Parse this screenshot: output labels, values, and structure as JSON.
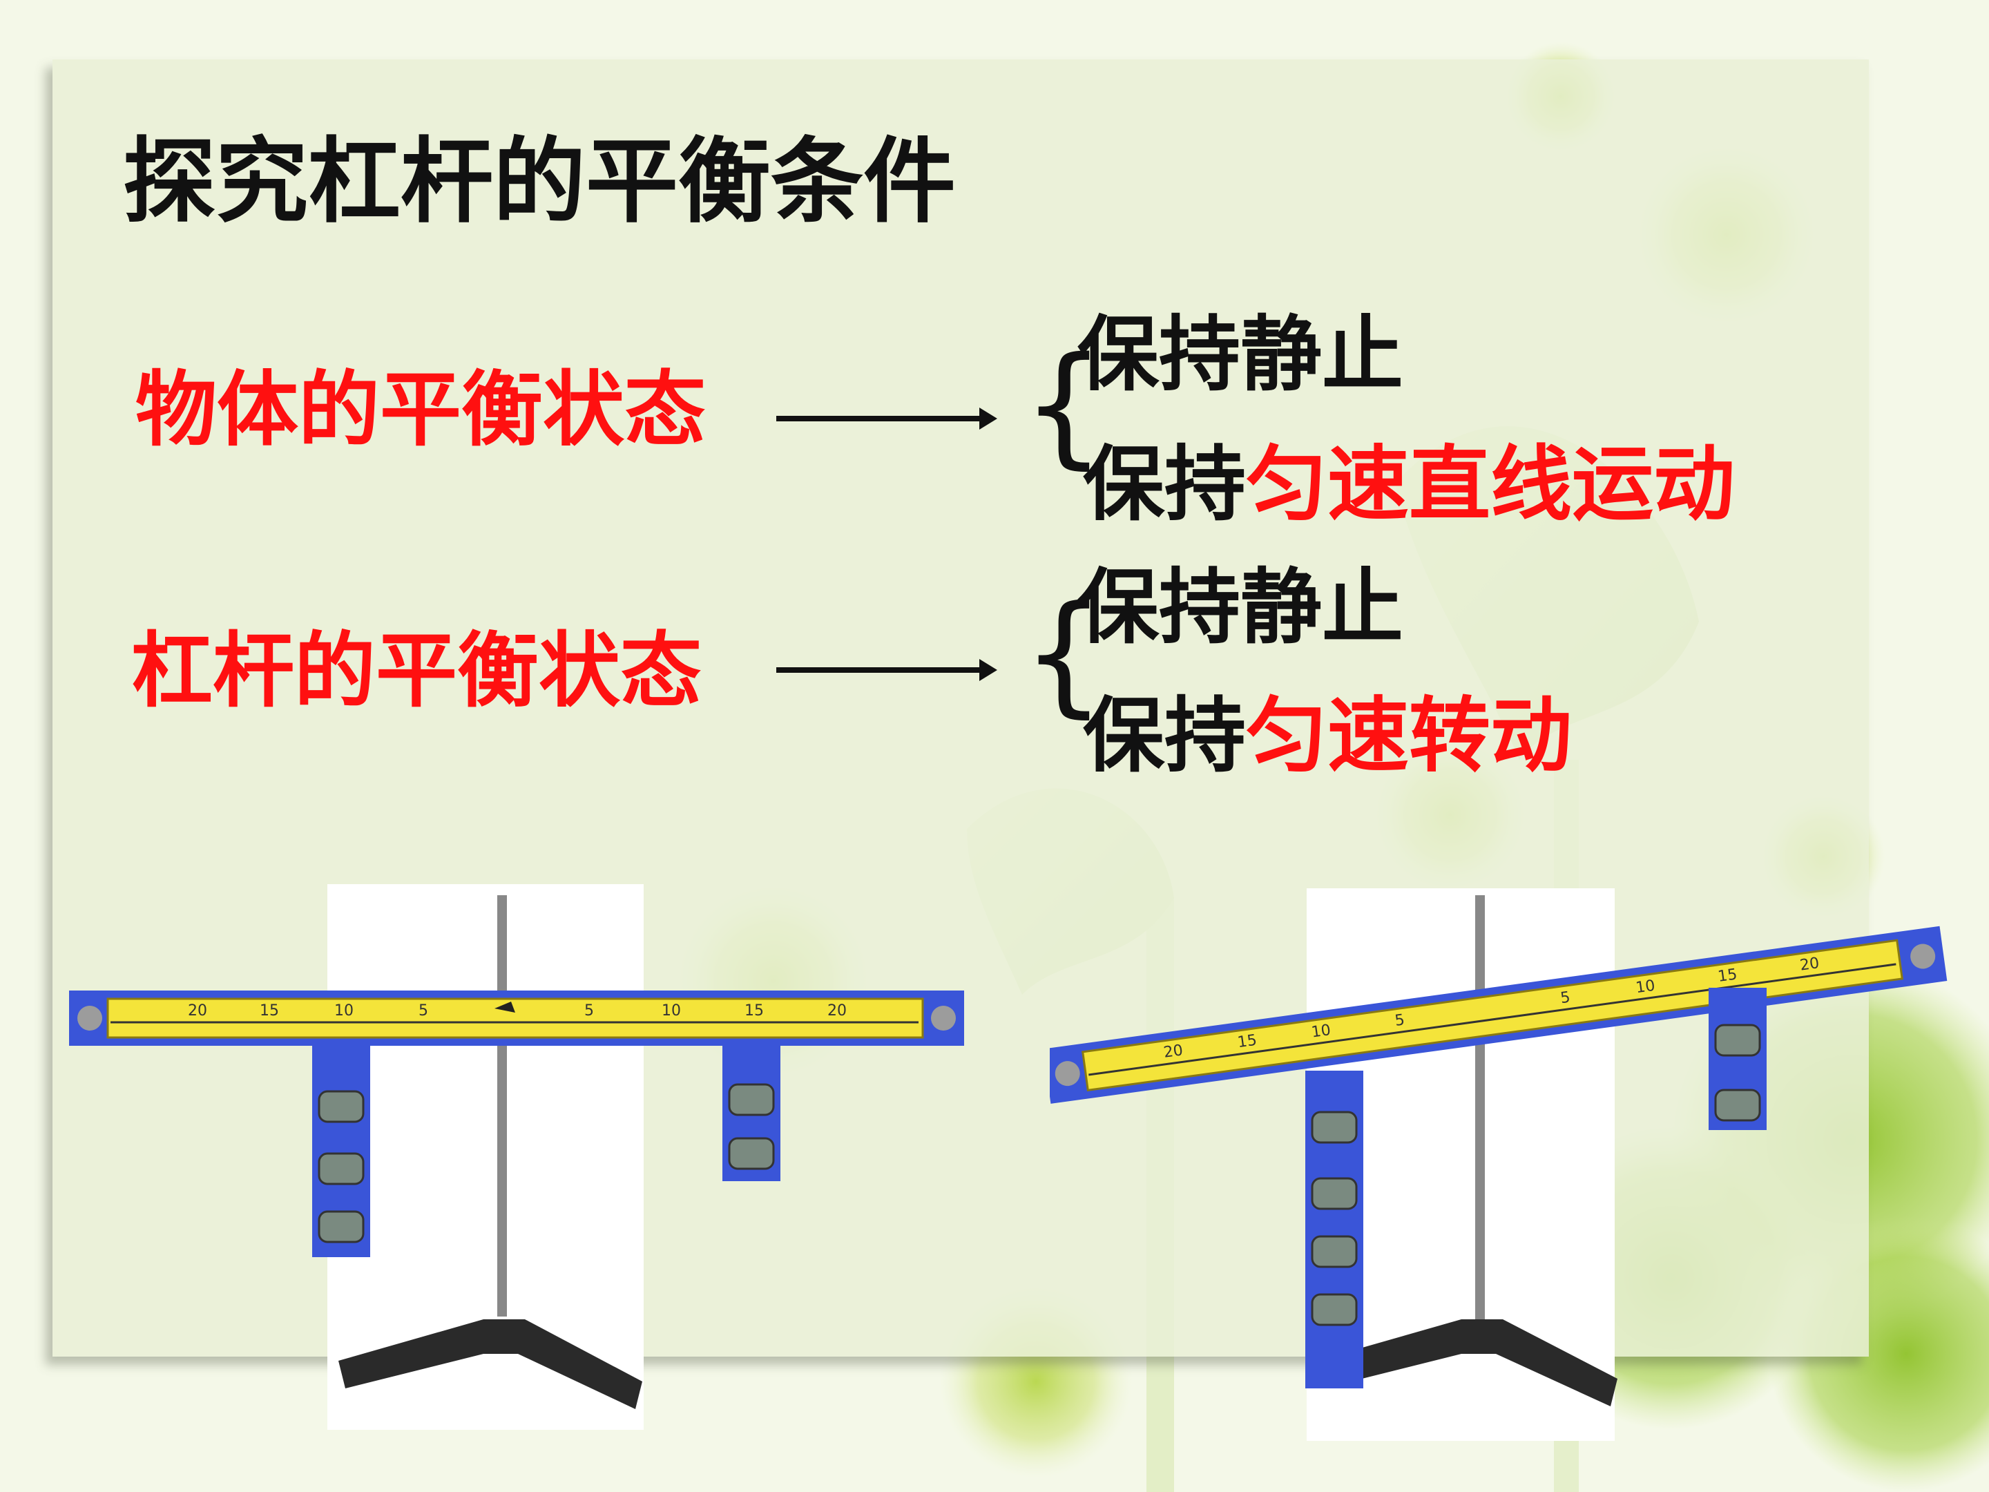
{
  "slide": {
    "title": "探究杠杆的平衡条件",
    "rows": [
      {
        "label": "物体的平衡状态",
        "items": [
          {
            "plain": "保持静止",
            "highlight": ""
          },
          {
            "plain": "保持",
            "highlight": "匀速直线运动"
          }
        ]
      },
      {
        "label": "杠杆的平衡状态",
        "items": [
          {
            "plain": "保持静止",
            "highlight": ""
          },
          {
            "plain": "保持",
            "highlight": "匀速转动"
          }
        ]
      }
    ]
  },
  "figures": {
    "left_lever": {
      "scale_labels": [
        "20",
        "15",
        "10",
        "5",
        "5",
        "10",
        "15",
        "20"
      ],
      "tilt": "level"
    },
    "right_lever": {
      "scale_labels": [
        "20",
        "15",
        "10",
        "5",
        "5",
        "10",
        "15",
        "20"
      ],
      "tilt": "raised-right"
    }
  },
  "colors": {
    "accent_red": "#ff1010",
    "ruler_yellow": "#f4e43a",
    "frame_blue": "#3a55d8"
  }
}
